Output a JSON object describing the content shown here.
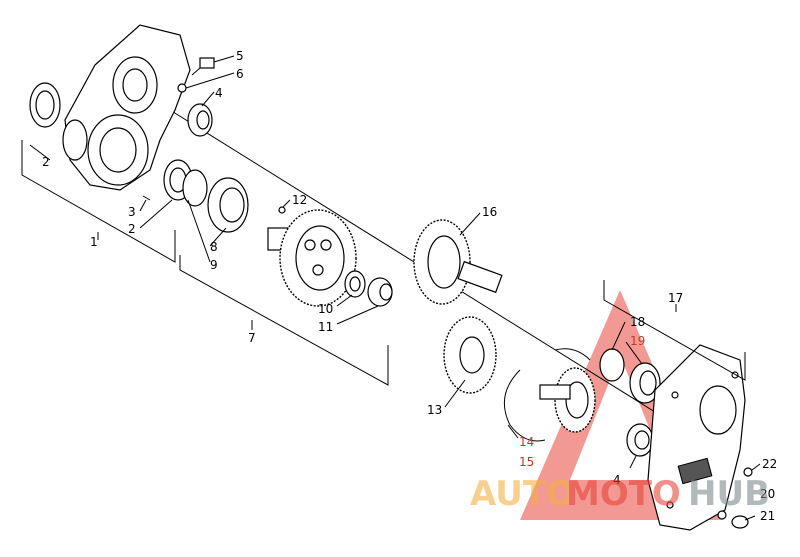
{
  "callouts": {
    "c1": "1",
    "c2a": "2",
    "c2b": "2",
    "c3": "3",
    "c4a": "4",
    "c4b": "4",
    "c5": "5",
    "c6": "6",
    "c7": "7",
    "c8": "8",
    "c9": "9",
    "c10": "10",
    "c11": "11",
    "c12": "12",
    "c13": "13",
    "c14": "14",
    "c15": "15",
    "c16": "16",
    "c17": "17",
    "c18": "18",
    "c19": "19",
    "c20": "20",
    "c21": "21",
    "c22": "22"
  },
  "watermark": {
    "auto": "AUTO",
    "moto": "MOTO",
    "hub": "HUB"
  },
  "colors": {
    "line": "#000000",
    "watermark_red": "#e8463c",
    "watermark_orange": "#f5b041",
    "watermark_grey": "#7f8c8d"
  }
}
